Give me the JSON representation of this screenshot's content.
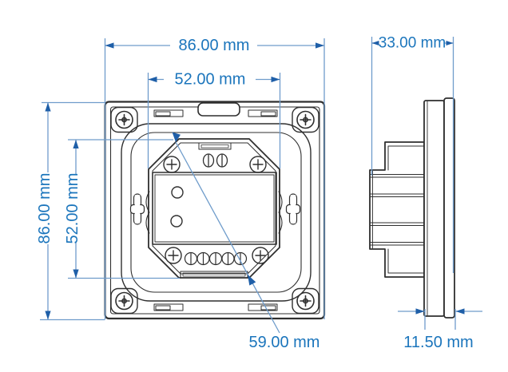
{
  "labels": {
    "front_width": "86.00 mm",
    "front_inner_width": "52.00 mm",
    "front_height": "86.00 mm",
    "front_inner_height": "52.00 mm",
    "side_depth": "33.00 mm",
    "mounting_diagonal": "59.00 mm",
    "panel_thickness": "11.50 mm"
  },
  "colors": {
    "line_art": "#2f2f2f",
    "dimension_line": "#6f9ccb",
    "dimension_text": "#1b75bc",
    "arrow_fill": "#1f5fa8",
    "background": "#ffffff"
  }
}
